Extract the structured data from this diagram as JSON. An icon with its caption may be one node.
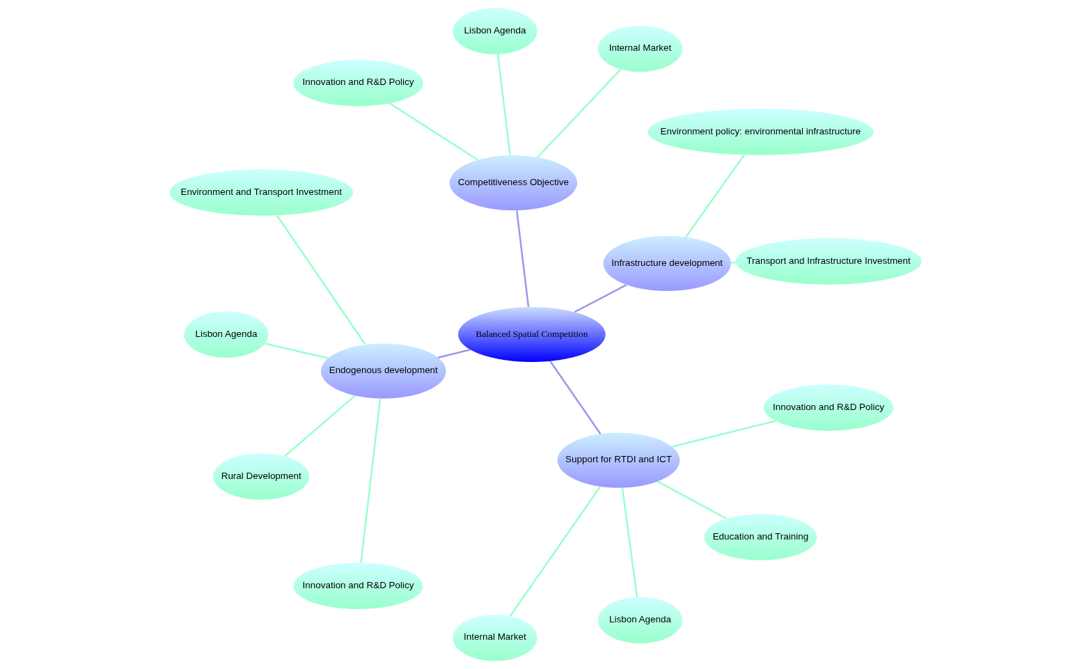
{
  "diagram": {
    "nodes": [
      {
        "text": [
          "Balanced Spatial Competition"
        ]
      },
      {
        "text": [
          "Infrastructure development"
        ]
      },
      {
        "text": [
          "Competitiveness Objective"
        ]
      },
      {
        "text": [
          "Endogenous development"
        ]
      },
      {
        "text": [
          "Support for RTDI and ICT"
        ]
      },
      {
        "text": [
          "Transport and Infrastructure Investment"
        ]
      },
      {
        "text": [
          "Environment policy: environmental infrastructure"
        ]
      },
      {
        "text": [
          "Internal Market"
        ]
      },
      {
        "text": [
          "Lisbon Agenda"
        ]
      },
      {
        "text": [
          "Innovation and R&D Policy"
        ]
      },
      {
        "text": [
          "Environment and Transport Investment"
        ]
      },
      {
        "text": [
          "Lisbon Agenda"
        ]
      },
      {
        "text": [
          "Rural Development"
        ]
      },
      {
        "text": [
          "Innovation and R&D Policy"
        ]
      },
      {
        "text": [
          "Internal Market"
        ]
      },
      {
        "text": [
          "Lisbon Agenda"
        ]
      },
      {
        "text": [
          "Education and Training"
        ]
      },
      {
        "text": [
          "Innovation and R&D Policy"
        ]
      }
    ],
    "edges": [
      {
        "from": 0,
        "to": 1,
        "arrow": "none",
        "color": "#9999ee"
      },
      {
        "from": 0,
        "to": 2,
        "arrow": "none",
        "color": "#9999ee"
      },
      {
        "from": 0,
        "to": 3,
        "arrow": "none",
        "color": "#9999ee"
      },
      {
        "from": 0,
        "to": 4,
        "arrow": "none",
        "color": "#9999ee"
      },
      {
        "from": 1,
        "to": 5,
        "arrow": "none"
      },
      {
        "from": 1,
        "to": 6,
        "arrow": "none"
      },
      {
        "from": 2,
        "to": 7,
        "arrow": "none"
      },
      {
        "from": 2,
        "to": 8,
        "arrow": "none"
      },
      {
        "from": 2,
        "to": 9,
        "arrow": "none"
      },
      {
        "from": 3,
        "to": 10,
        "arrow": "none"
      },
      {
        "from": 3,
        "to": 11,
        "arrow": "none"
      },
      {
        "from": 3,
        "to": 12,
        "arrow": "none"
      },
      {
        "from": 3,
        "to": 13,
        "arrow": "none"
      },
      {
        "from": 4,
        "to": 14,
        "arrow": "none"
      },
      {
        "from": 4,
        "to": 15,
        "arrow": "none"
      },
      {
        "from": 4,
        "to": 16,
        "arrow": "none"
      },
      {
        "from": 4,
        "to": 17,
        "arrow": "none"
      }
    ]
  }
}
